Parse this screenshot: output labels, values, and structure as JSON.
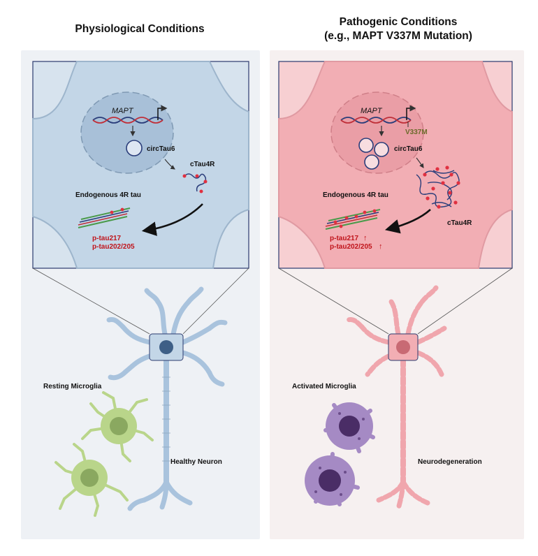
{
  "panels": {
    "left": {
      "title": "Physiological Conditions",
      "gene": "MAPT",
      "circ": "circTau6",
      "ctau": "cTau4R",
      "endogenous": "Endogenous 4R tau",
      "ptau1": "p-tau217",
      "ptau2": "p-tau202/205",
      "microglia": "Resting Microglia",
      "neuron": "Healthy Neuron"
    },
    "right": {
      "title_line1": "Pathogenic Conditions",
      "title_line2": "(e.g., MAPT V337M Mutation)",
      "gene": "MAPT",
      "mutation": "V337M",
      "circ": "circTau6",
      "ctau": "cTau4R",
      "endogenous": "Endogenous 4R tau",
      "ptau1": "p-tau217",
      "ptau2": "p-tau202/205",
      "up_arrow": "↑",
      "microglia": "Activated Microglia",
      "neuron": "Neurodegeneration"
    }
  },
  "colors": {
    "healthy_cell": "#c9d9e8",
    "healthy_border": "#8fa8c0",
    "path_cell": "#f4b9be",
    "path_border": "#d98a92",
    "resting_microglia": "#b9d58a",
    "activated_microglia": "#a58ac4",
    "box_border": "#2b3a6e",
    "red_label": "#c0141b"
  },
  "icons": [
    "dna-helix-icon",
    "circrna-icon",
    "arrow-icon",
    "microglia-icon",
    "neuron-icon",
    "tau-aggregate-icon"
  ]
}
